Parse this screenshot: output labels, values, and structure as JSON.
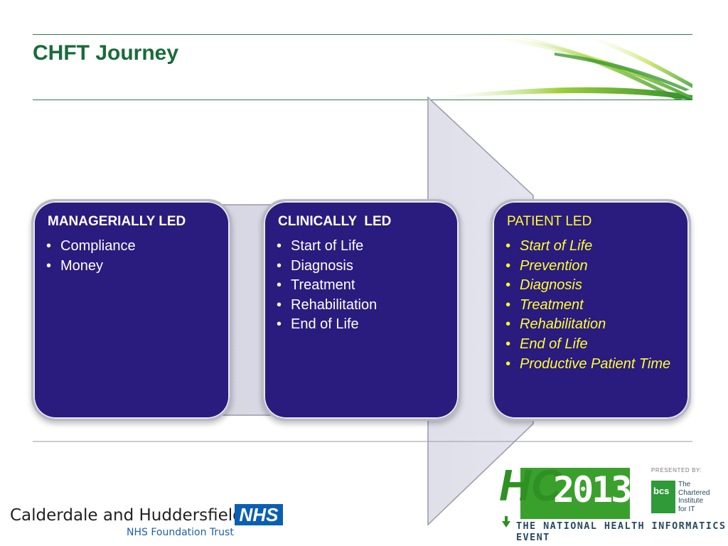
{
  "slide": {
    "title": "CHFT Journey"
  },
  "cards": [
    {
      "heading": "MANAGERIALLY LED",
      "items": [
        "Compliance",
        "Money"
      ]
    },
    {
      "heading": "CLINICALLY  LED",
      "items": [
        "Start of Life",
        "Diagnosis",
        "Treatment",
        "Rehabilitation",
        "End of Life"
      ]
    },
    {
      "heading": "PATIENT LED",
      "items": [
        "Start of Life",
        "Prevention",
        "Diagnosis",
        "Treatment",
        "Rehabilitation",
        "End of Life",
        "Productive Patient Time"
      ]
    }
  ],
  "bullet": "•",
  "footer": {
    "trust_name": "Calderdale and Huddersfield",
    "nhs_badge": "NHS",
    "trust_sub": "NHS Foundation Trust",
    "hc_letters": "HC",
    "hc_year": "2013",
    "event_name": "THE NATIONAL HEALTH INFORMATICS EVENT",
    "presented_by": "PRESENTED BY:",
    "bcs_logo": "bcs",
    "bcs_lines": [
      "The",
      "Chartered",
      "Institute",
      "for IT"
    ]
  },
  "colors": {
    "title_green": "#1a6b3a",
    "card_navy": "#2a1b7e",
    "patient_yellow": "#ffff33",
    "arrow_grey": "#d6d6e2",
    "nhs_blue": "#0a5fb3",
    "hc_green": "#3aa02c"
  }
}
